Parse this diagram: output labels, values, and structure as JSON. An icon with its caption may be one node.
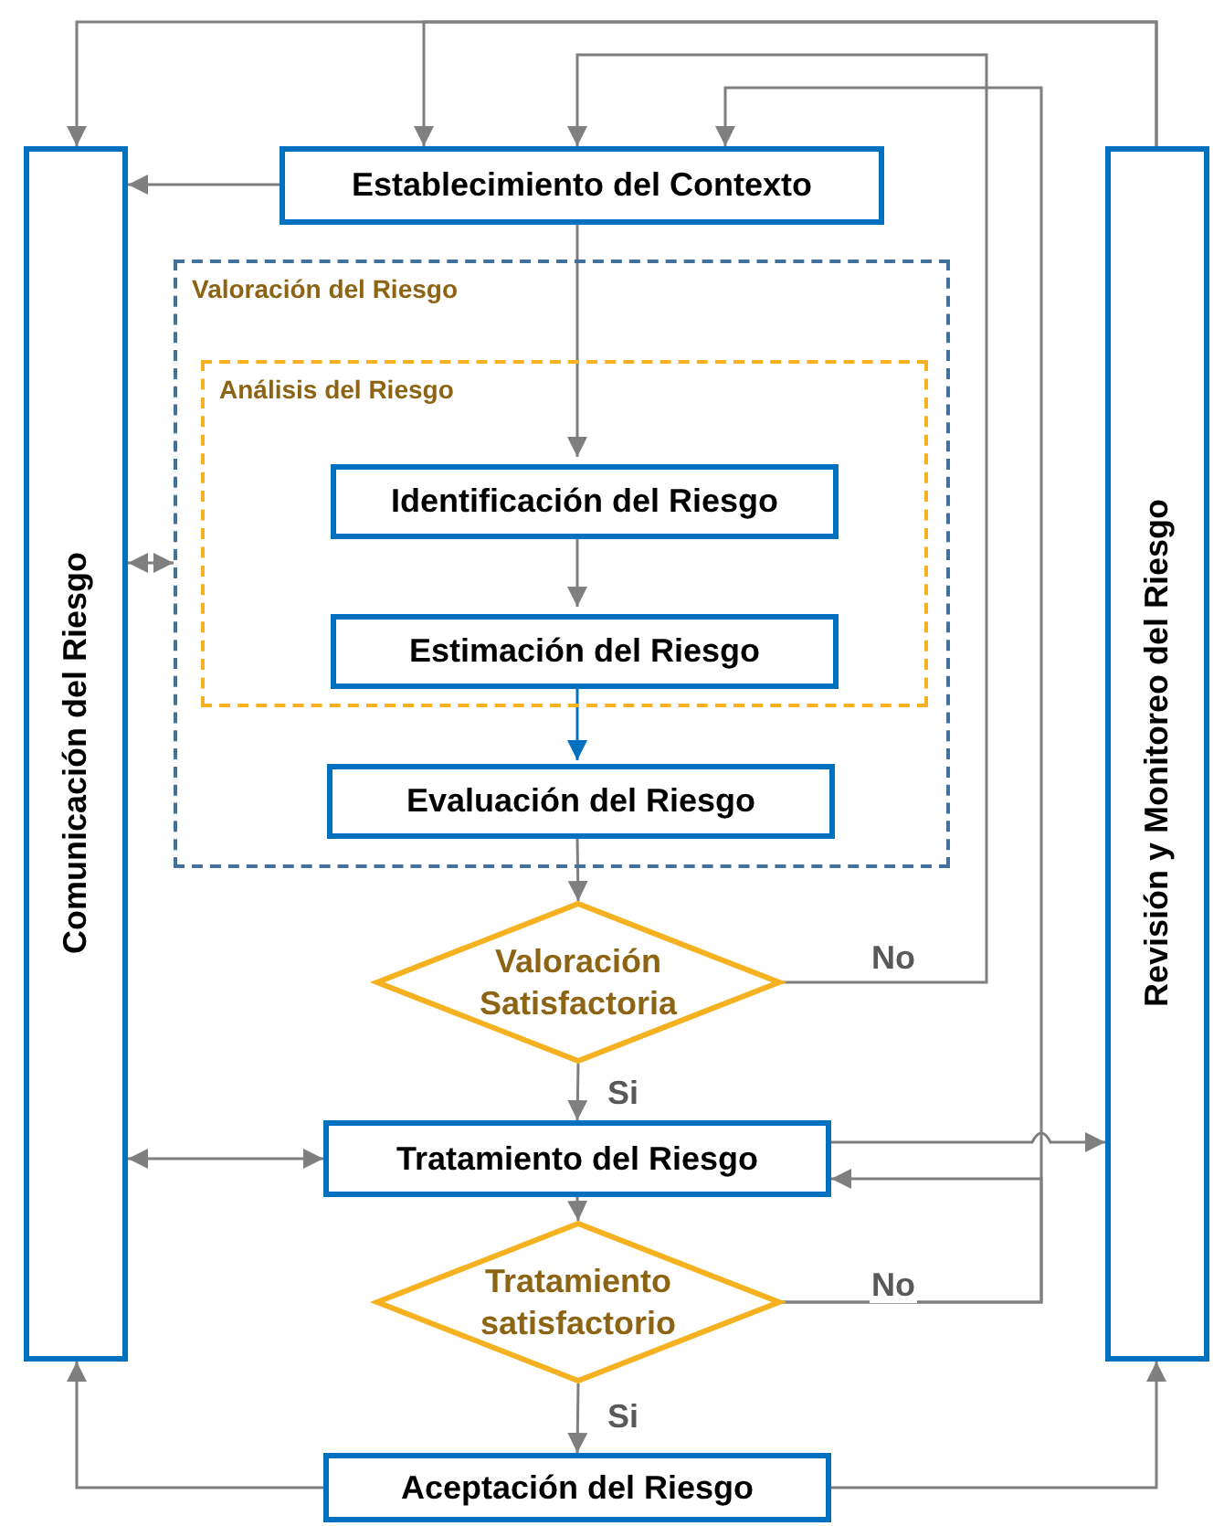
{
  "diagram": {
    "nodes": [
      {
        "text": [
          "Comunicación del Riesgo"
        ]
      },
      {
        "text": [
          "Establecimiento del Contexto"
        ]
      },
      {
        "text": [
          "Revisión y Monitoreo del Riesgo"
        ]
      },
      {
        "text": [
          "Valoración del Riesgo"
        ]
      },
      {
        "text": [
          "Análisis del Riesgo"
        ],
        "in": 3
      },
      {
        "text": [
          "Identificación del Riesgo"
        ],
        "in": 4
      },
      {
        "text": [
          "Estimación del Riesgo"
        ],
        "in": 4
      },
      {
        "text": [
          "Evaluación del Riesgo"
        ],
        "in": 3
      },
      {
        "text": [
          "Valoración Satisfactoria"
        ]
      },
      {
        "text": [
          "Tratamiento del Riesgo"
        ]
      },
      {
        "text": [
          "Tratamiento satisfactorio"
        ]
      },
      {
        "text": [
          "Aceptación del Riesgo"
        ]
      }
    ],
    "edges": [
      {
        "from": 1,
        "to": 0,
        "arrow": "to"
      },
      {
        "from": 2,
        "to": 0,
        "arrow": "to"
      },
      {
        "from": 2,
        "to": 1,
        "arrow": "to"
      },
      {
        "from": 8,
        "to": 1,
        "arrow": "to",
        "label": "No"
      },
      {
        "from": 10,
        "to": 1,
        "arrow": "to",
        "label": "No"
      },
      {
        "from": 10,
        "to": 9,
        "arrow": "to"
      },
      {
        "from": 1,
        "to": 5,
        "arrow": "to"
      },
      {
        "from": 5,
        "to": 6,
        "arrow": "to"
      },
      {
        "from": 6,
        "to": 7,
        "arrow": "to",
        "color": "#0070c0"
      },
      {
        "from": 7,
        "to": 8,
        "arrow": "to"
      },
      {
        "from": 8,
        "to": 9,
        "arrow": "to",
        "label": "Si"
      },
      {
        "from": 9,
        "to": 10,
        "arrow": "to"
      },
      {
        "from": 10,
        "to": 11,
        "arrow": "to",
        "label": "Si"
      },
      {
        "from": 0,
        "to": 3,
        "arrow": "both"
      },
      {
        "from": 0,
        "to": 9,
        "arrow": "both"
      },
      {
        "from": 9,
        "to": 2,
        "arrow": "to"
      },
      {
        "from": 11,
        "to": 0,
        "arrow": "to"
      },
      {
        "from": 11,
        "to": 2,
        "arrow": "to"
      }
    ]
  }
}
